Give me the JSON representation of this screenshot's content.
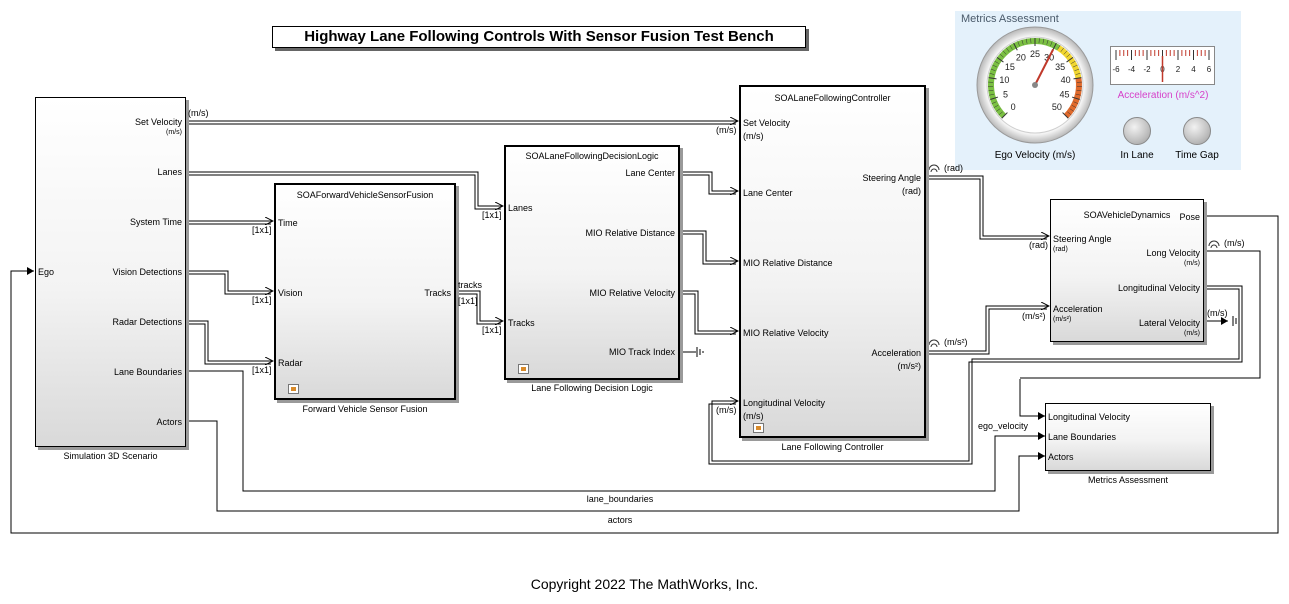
{
  "title": "Highway Lane Following Controls With Sensor Fusion Test Bench",
  "copyright": "Copyright 2022 The MathWorks, Inc.",
  "metrics_panel": {
    "title": "Metrics Assessment",
    "speed_gauge": {
      "label": "Ego Velocity (m/s)",
      "ticks": [
        "0",
        "5",
        "10",
        "15",
        "20",
        "25",
        "30",
        "35",
        "40",
        "45",
        "50"
      ],
      "min": 0,
      "max": 50,
      "value": 30
    },
    "accel_meter": {
      "label": "Acceleration (m/s^2)",
      "ticks": [
        "-6",
        "-4",
        "-2",
        "0",
        "2",
        "4",
        "6"
      ],
      "min": -6,
      "max": 6,
      "value": 0
    },
    "lamps": [
      {
        "label": "In Lane"
      },
      {
        "label": "Time Gap"
      }
    ]
  },
  "blocks": {
    "scenario": {
      "label": "Simulation 3D Scenario",
      "inputs": [
        "Ego"
      ],
      "outputs": [
        "Set Velocity",
        "Lanes",
        "System Time",
        "Vision Detections",
        "Radar Detections",
        "Lane Boundaries",
        "Actors"
      ],
      "set_velocity_unit": "(m/s)"
    },
    "fusion": {
      "label": "Forward Vehicle Sensor Fusion",
      "ref": "SOAForwardVehicleSensorFusion",
      "inputs": [
        "Time",
        "Vision",
        "Radar"
      ],
      "outputs": [
        "Tracks"
      ]
    },
    "decision": {
      "label": "Lane Following Decision Logic",
      "ref": "SOALaneFollowingDecisionLogic",
      "inputs": [
        "Lanes",
        "Tracks"
      ],
      "outputs": [
        "Lane Center",
        "MIO Relative Distance",
        "MIO Relative Velocity",
        "MIO Track Index"
      ]
    },
    "controller": {
      "label": "Lane Following Controller",
      "ref": "SOALaneFollowingController",
      "inputs": [
        "Set Velocity",
        "Lane Center",
        "MIO Relative Distance",
        "MIO Relative Velocity",
        "Longitudinal Velocity"
      ],
      "outputs": [
        "Steering Angle",
        "Acceleration"
      ],
      "units": {
        "set_velocity": "(m/s)",
        "steering": "(rad)",
        "accel": "(m/s²)",
        "long_vel": "(m/s)"
      }
    },
    "dynamics": {
      "label": "SOAVehicleDynamics",
      "inputs": [
        "Steering Angle",
        "Acceleration"
      ],
      "outputs": [
        "Pose",
        "Long Velocity",
        "Longitudinal Velocity",
        "Lateral Velocity"
      ],
      "units": {
        "steering": "(rad)",
        "accel": "(m/s²)",
        "long_vel": "(m/s)",
        "lat_vel": "(m/s)"
      }
    },
    "metrics": {
      "label": "Metrics Assessment",
      "inputs": [
        "Longitudinal Velocity",
        "Lane Boundaries",
        "Actors"
      ]
    }
  },
  "signals": {
    "unit_ms": "(m/s)",
    "dim_1x1": "[1x1]",
    "tracks": "tracks",
    "rad": "(rad)",
    "ms2": "(m/s²)",
    "ego_velocity": "ego_velocity",
    "lane_boundaries": "lane_boundaries",
    "actors": "actors"
  }
}
